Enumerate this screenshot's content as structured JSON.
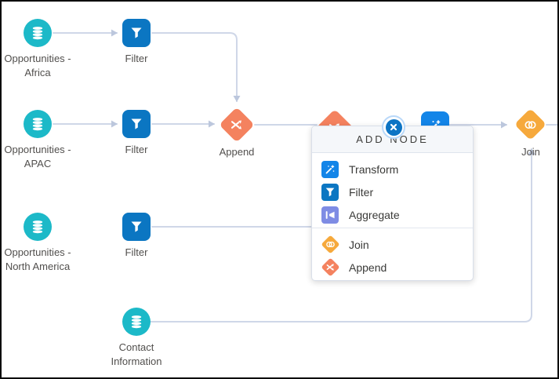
{
  "colors": {
    "source_teal": "#1CB9C8",
    "filter_blue": "#0B76C2",
    "transform_blue": "#1385E8",
    "aggregate_indigo": "#7E8CE4",
    "join_amber": "#F6A93C",
    "append_coral": "#F4825F",
    "edge_gray": "#CFD7E8",
    "close_button_blue": "#0D74C4"
  },
  "diagram": {
    "nodes": {
      "src_africa": {
        "label1": "Opportunities -",
        "label2": "Africa"
      },
      "filter_1": {
        "label": "Filter"
      },
      "src_apac": {
        "label1": "Opportunities -",
        "label2": "APAC"
      },
      "filter_2": {
        "label": "Filter"
      },
      "append_1": {
        "label": "Append"
      },
      "src_north_america": {
        "label1": "Opportunities -",
        "label2": "North America"
      },
      "filter_3": {
        "label": "Filter"
      },
      "join_1": {
        "label": "Join"
      },
      "src_contact": {
        "label1": "Contact",
        "label2": "Information"
      }
    }
  },
  "popup": {
    "title": "ADD NODE",
    "items": [
      {
        "label": "Transform"
      },
      {
        "label": "Filter"
      },
      {
        "label": "Aggregate"
      },
      {
        "label": "Join"
      },
      {
        "label": "Append"
      }
    ]
  }
}
